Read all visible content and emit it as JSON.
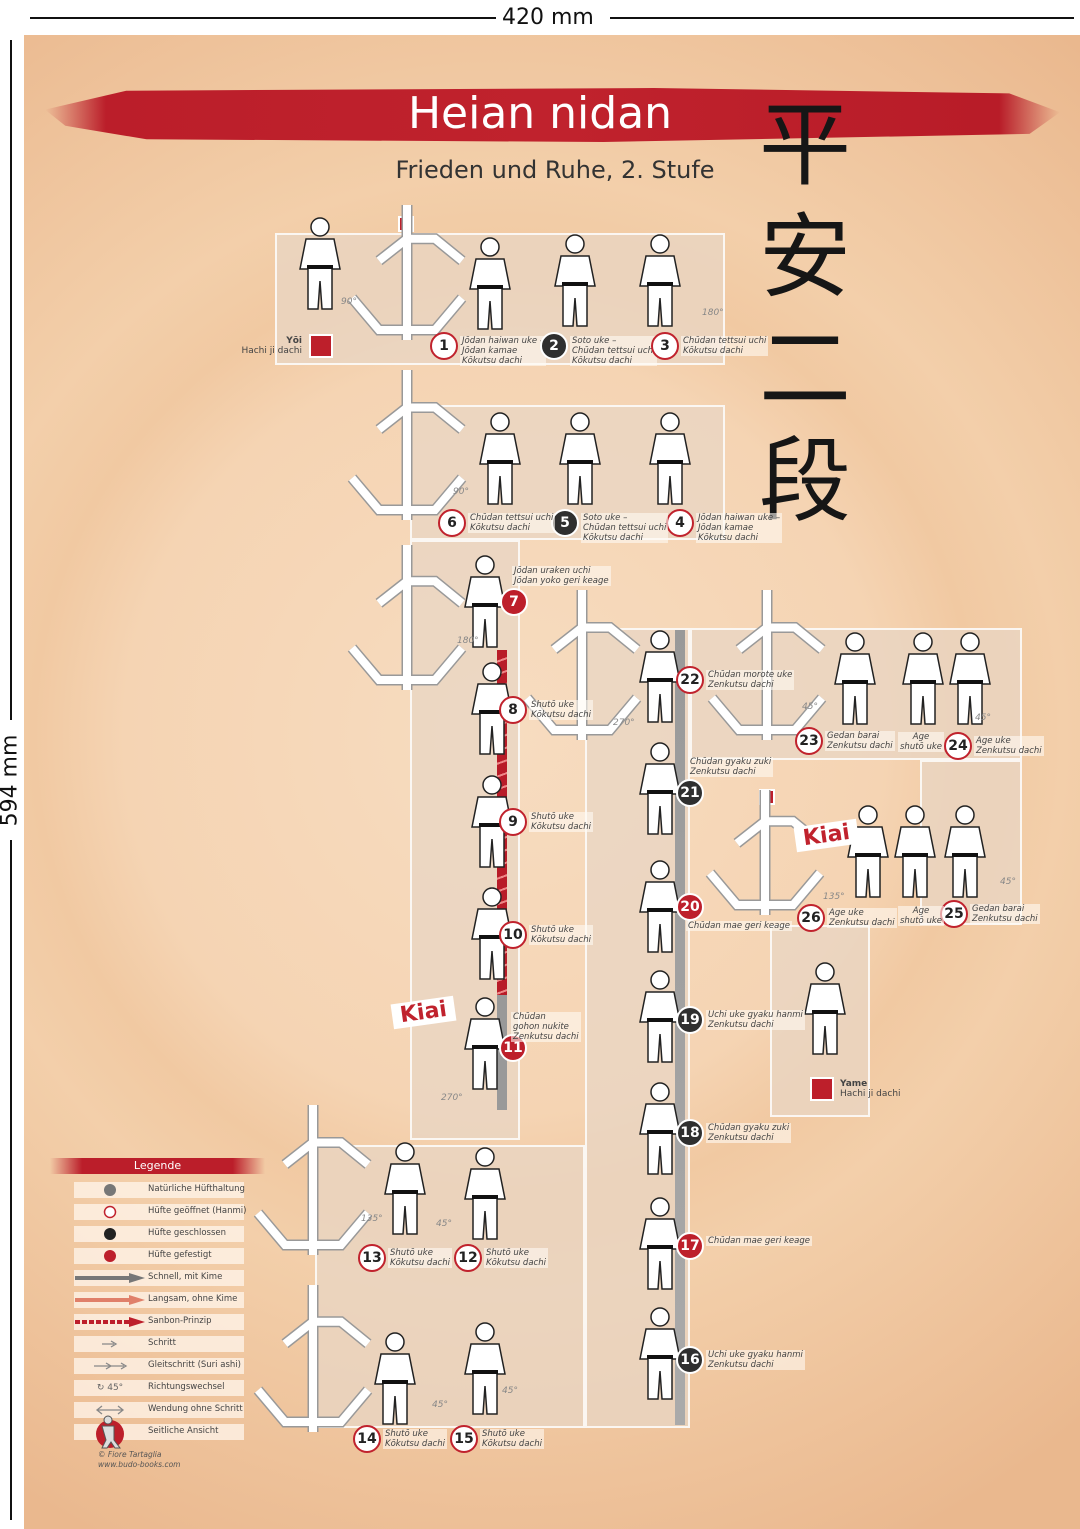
{
  "dimensions": {
    "width_label": "420 mm",
    "height_label": "594 mm"
  },
  "header": {
    "title": "Heian nidan",
    "subtitle": "Frieden und Ruhe, 2. Stufe",
    "kanji": "平安二段"
  },
  "colors": {
    "accent_red": "#bd1f2b",
    "dark": "#2f2f2f",
    "background": "#f3cfaa"
  },
  "start": {
    "name": "Yōi",
    "stance": "Hachi ji dachi"
  },
  "end": {
    "name": "Yame",
    "stance": "Hachi ji dachi"
  },
  "kiai_label": "Kiai",
  "steps": [
    {
      "n": "1",
      "hip": "open",
      "label": "Jōdan haiwan uke –\nJōdan kamae\nKōkutsu dachi"
    },
    {
      "n": "2",
      "hip": "closed",
      "label": "Soto uke –\nChūdan tettsui uchi\nKōkutsu dachi"
    },
    {
      "n": "3",
      "hip": "open",
      "label": "Chūdan tettsui uchi\nKōkutsu dachi"
    },
    {
      "n": "4",
      "hip": "open",
      "label": "Jōdan haiwan uke –\nJōdan kamae\nKōkutsu dachi"
    },
    {
      "n": "5",
      "hip": "closed",
      "label": "Soto uke –\nChūdan tettsui uchi\nKōkutsu dachi"
    },
    {
      "n": "6",
      "hip": "open",
      "label": "Chūdan tettsui uchi\nKōkutsu dachi"
    },
    {
      "n": "7",
      "hip": "fixed",
      "label": "Jōdan uraken uchi\nJōdan yoko geri keage"
    },
    {
      "n": "8",
      "hip": "open",
      "label": "Shutō uke\nKōkutsu dachi"
    },
    {
      "n": "9",
      "hip": "open",
      "label": "Shutō uke\nKōkutsu dachi"
    },
    {
      "n": "10",
      "hip": "open",
      "label": "Shutō uke\nKōkutsu dachi"
    },
    {
      "n": "11",
      "hip": "fixed",
      "label": "Chūdan\ngohon nukite\nZenkutsu dachi"
    },
    {
      "n": "12",
      "hip": "open",
      "label": "Shutō uke\nKōkutsu dachi"
    },
    {
      "n": "13",
      "hip": "open",
      "label": "Shutō uke\nKōkutsu dachi"
    },
    {
      "n": "14",
      "hip": "open",
      "label": "Shutō uke\nKōkutsu dachi"
    },
    {
      "n": "15",
      "hip": "open",
      "label": "Shutō uke\nKōkutsu dachi"
    },
    {
      "n": "16",
      "hip": "closed",
      "label": "Uchi uke gyaku hanmi\nZenkutsu dachi"
    },
    {
      "n": "17",
      "hip": "fixed",
      "label": "Chūdan mae geri keage"
    },
    {
      "n": "18",
      "hip": "closed",
      "label": "Chūdan gyaku zuki\nZenkutsu dachi"
    },
    {
      "n": "19",
      "hip": "closed",
      "label": "Uchi uke gyaku hanmi\nZenkutsu dachi"
    },
    {
      "n": "20",
      "hip": "fixed",
      "label": "Chūdan mae geri keage"
    },
    {
      "n": "21",
      "hip": "closed",
      "label": "Chūdan gyaku zuki\nZenkutsu dachi"
    },
    {
      "n": "22",
      "hip": "open",
      "label": "Chūdan morote uke\nZenkutsu dachi"
    },
    {
      "n": "23",
      "hip": "open",
      "label": "Gedan barai\nZenkutsu dachi"
    },
    {
      "n": "24",
      "hip": "open",
      "label": "Age uke\nZenkutsu dachi"
    },
    {
      "n": "25",
      "hip": "open",
      "label": "Gedan barai\nZenkutsu dachi"
    },
    {
      "n": "26",
      "hip": "open",
      "label": "Age uke\nZenkutsu dachi"
    }
  ],
  "intermediate_labels": [
    "Age\nshutō uke",
    "Age\nshutō uke"
  ],
  "angles": [
    "90°",
    "180°",
    "90°",
    "180°",
    "270°",
    "270°",
    "135°",
    "45°",
    "45°",
    "45°",
    "135°",
    "45°",
    "45°",
    "45°"
  ],
  "legend": {
    "title": "Legende",
    "items": [
      {
        "icon": "grey-dot",
        "label": "Natürliche Hüfthaltung"
      },
      {
        "icon": "open-red-circle",
        "label": "Hüfte geöffnet (Hanmi)"
      },
      {
        "icon": "black-dot",
        "label": "Hüfte geschlossen"
      },
      {
        "icon": "red-dot",
        "label": "Hüfte gefestigt"
      },
      {
        "icon": "grey-arrow",
        "label": "Schnell, mit Kime"
      },
      {
        "icon": "light-red-arrow",
        "label": "Langsam, ohne Kime"
      },
      {
        "icon": "striped-red-arrow",
        "label": "Sanbon-Prinzip"
      },
      {
        "icon": "step-arrow",
        "label": "Schritt"
      },
      {
        "icon": "slide-step-arrow",
        "label": "Gleitschritt (Suri ashi)"
      },
      {
        "icon": "turn-arrow",
        "label": "Richtungswechsel",
        "sub": "45°"
      },
      {
        "icon": "double-arrow",
        "label": "Wendung ohne Schritt"
      },
      {
        "icon": "side-view-figure",
        "label": "Seitliche Ansicht"
      }
    ],
    "credit": [
      "© Fiore Tartaglia",
      "www.budo-books.com"
    ]
  }
}
